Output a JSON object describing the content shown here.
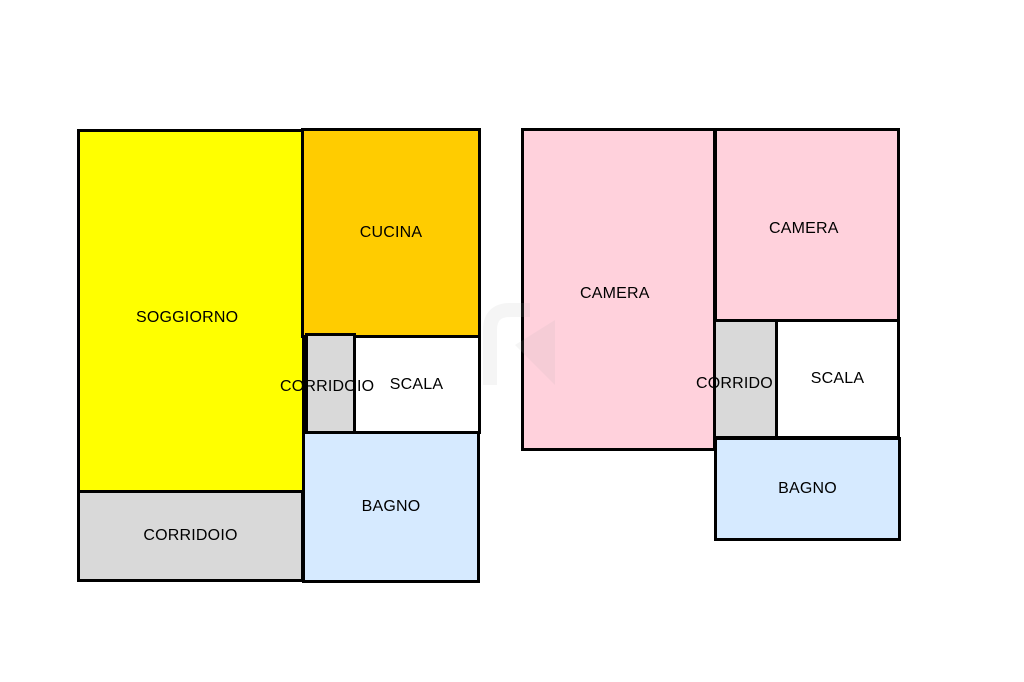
{
  "colors": {
    "soggiorno": "#ffff00",
    "cucina": "#ffcc00",
    "corridoio": "#d9d9d9",
    "scala": "#ffffff",
    "bagno": "#d6eaff",
    "camera": "#ffd1dc",
    "wall": "#000000"
  },
  "floor_left": {
    "soggiorno": "SOGGIORNO",
    "cucina": "CUCINA",
    "corridoio_small": "CORRIDOIO",
    "scala": "SCALA",
    "bagno": "BAGNO",
    "corridoio_bottom": "CORRIDOIO"
  },
  "floor_right": {
    "camera_large": "CAMERA",
    "camera_small": "CAMERA",
    "corridoio": "CORRIDO",
    "scala": "SCALA",
    "bagno": "BAGNO"
  }
}
